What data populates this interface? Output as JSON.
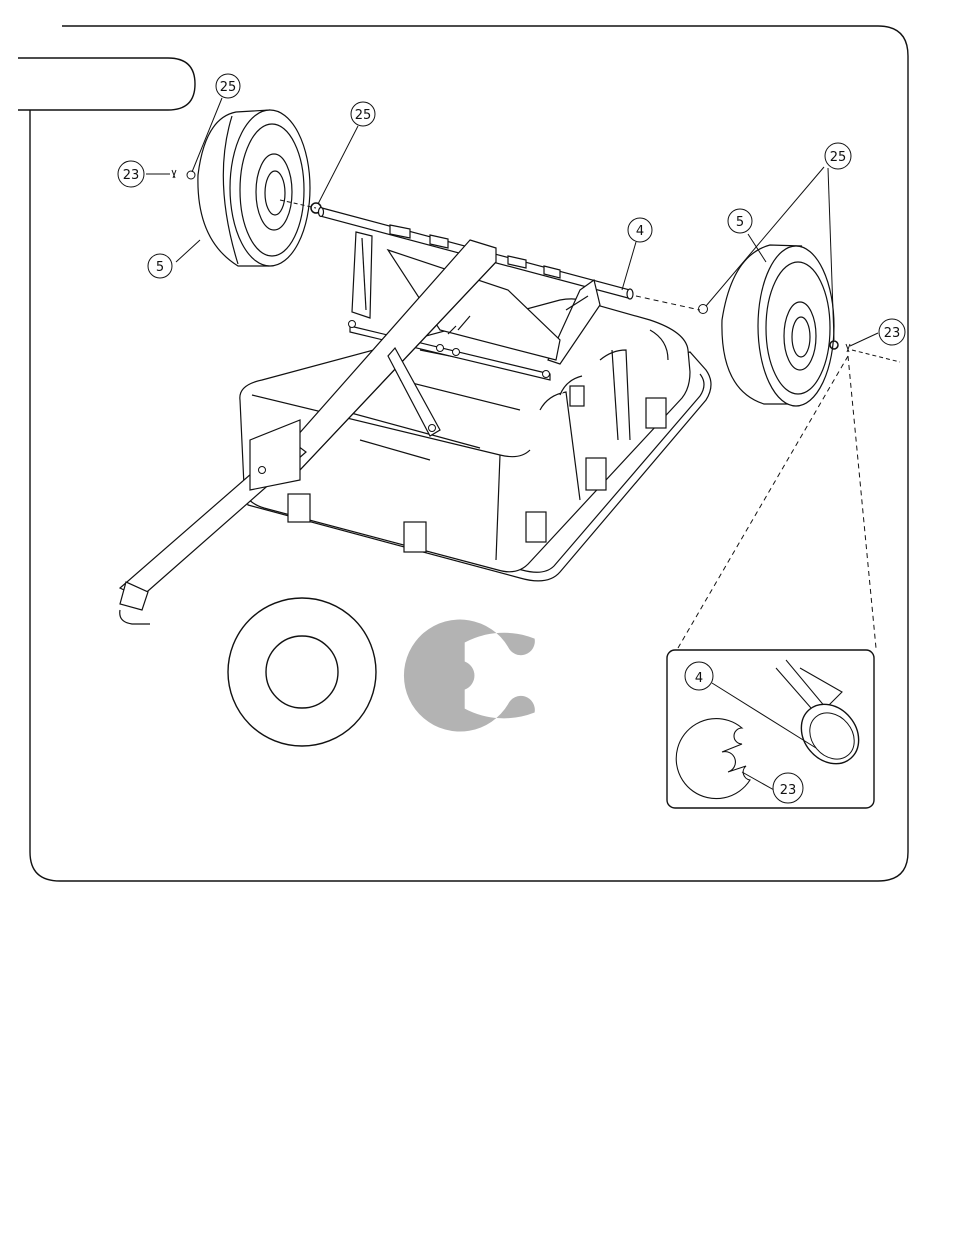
{
  "callouts": {
    "c1": "25",
    "c2": "25",
    "c3": "23",
    "c4": "5",
    "c5": "4",
    "c6": "5",
    "c7": "25",
    "c8": "23",
    "c9": "4",
    "c10": "23"
  },
  "colors": {
    "line": "#111111",
    "panel_bg": "#ffffff",
    "clip_symbol": "#b3b3b3"
  },
  "icons": {
    "washer": "washer-icon",
    "e_clip": "e-clip-icon"
  }
}
